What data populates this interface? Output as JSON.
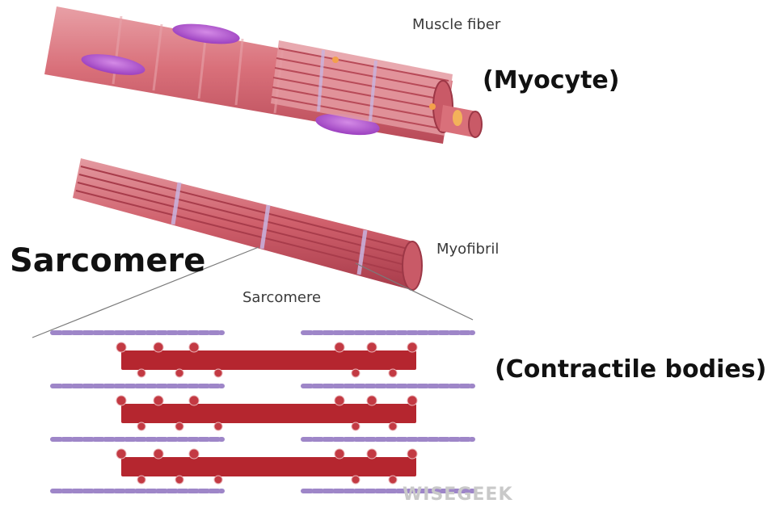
{
  "labels": {
    "muscle_fiber": "Muscle fiber",
    "myocyte": "(Myocyte)",
    "myofibril": "Myofibril",
    "sarcomere_large": "Sarcomere",
    "sarcomere_small": "Sarcomere",
    "contractile": "(Contractile bodies)"
  },
  "watermark": "WISEGEEK",
  "colors": {
    "fiber_body": "#d9707a",
    "fiber_dark": "#b84a58",
    "nucleus": "#b45bd0",
    "myosin": "#b5262f",
    "actin": "#9e86c8"
  }
}
